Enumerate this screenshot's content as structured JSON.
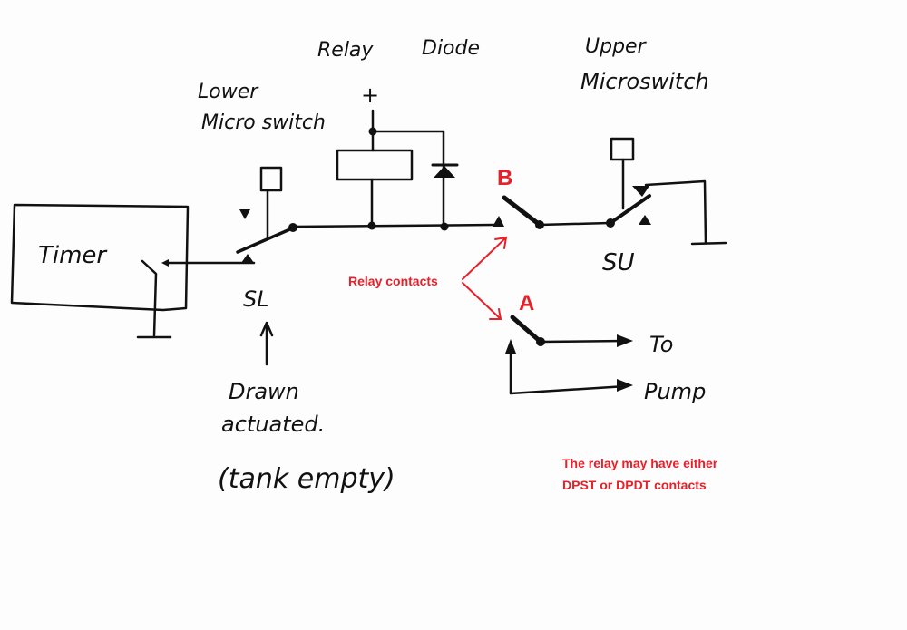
{
  "diagram": {
    "labels": {
      "relay": "Relay",
      "diode": "Diode",
      "upper_microswitch_line1": "Upper",
      "upper_microswitch_line2": "Microswitch",
      "lower_microswitch_line1": "Lower",
      "lower_microswitch_line2": "Micro switch",
      "plus": "+",
      "timer": "Timer",
      "sl": "SL",
      "su": "SU",
      "note_line1": "Drawn",
      "note_line2": "actuated.",
      "note_line3": "(tank empty)",
      "to": "To",
      "pump": "Pump"
    },
    "annotations": {
      "contact_b": "B",
      "contact_a": "A",
      "relay_contacts": "Relay contacts",
      "footnote_line1": "The relay may have either",
      "footnote_line2": "DPST or DPDT contacts"
    },
    "colors": {
      "ink": "#111111",
      "annotation": "#e8202a"
    }
  }
}
